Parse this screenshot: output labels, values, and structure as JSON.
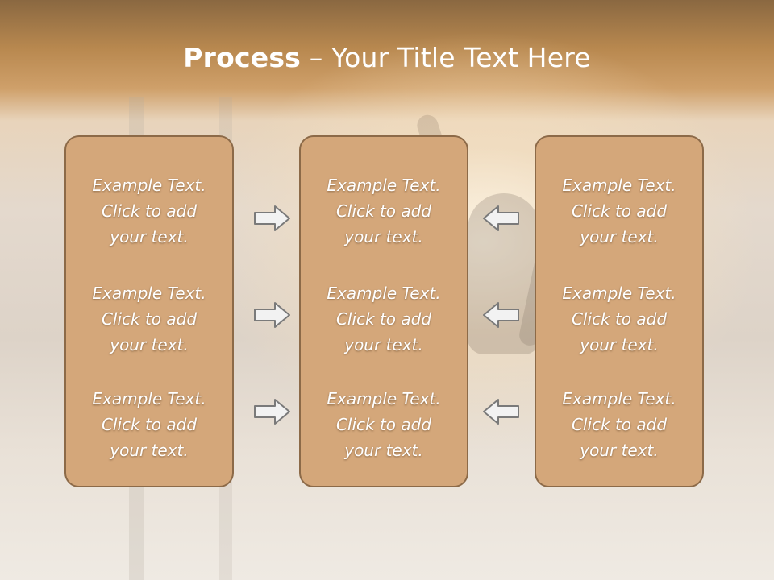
{
  "slide": {
    "title_bold": "Process",
    "title_rest": " – Your Title Text Here"
  },
  "columns": [
    {
      "items": [
        {
          "line1": "Example Text.",
          "line2": "Click  to add",
          "line3": "your text."
        },
        {
          "line1": "Example Text.",
          "line2": "Click  to add",
          "line3": "your text."
        },
        {
          "line1": "Example Text.",
          "line2": "Click  to add",
          "line3": "your text."
        }
      ]
    },
    {
      "items": [
        {
          "line1": "Example Text.",
          "line2": "Click  to add",
          "line3": "your text."
        },
        {
          "line1": "Example Text.",
          "line2": "Click  to add",
          "line3": "your text."
        },
        {
          "line1": "Example Text.",
          "line2": "Click  to add",
          "line3": "your text."
        }
      ]
    },
    {
      "items": [
        {
          "line1": "Example Text.",
          "line2": "Click  to add",
          "line3": "your text."
        },
        {
          "line1": "Example Text.",
          "line2": "Click  to add",
          "line3": "your text."
        },
        {
          "line1": "Example Text.",
          "line2": "Click  to add",
          "line3": "your text."
        }
      ]
    }
  ],
  "arrows": {
    "left_column": [
      "arrow-right-icon",
      "arrow-right-icon",
      "arrow-right-icon"
    ],
    "right_column": [
      "arrow-left-icon",
      "arrow-left-icon",
      "arrow-left-icon"
    ]
  },
  "colors": {
    "box_fill": "#d4a77a",
    "box_border": "#8c6a48",
    "arrow_fill": "#f2f2f2",
    "arrow_stroke": "#7a7a7a"
  }
}
